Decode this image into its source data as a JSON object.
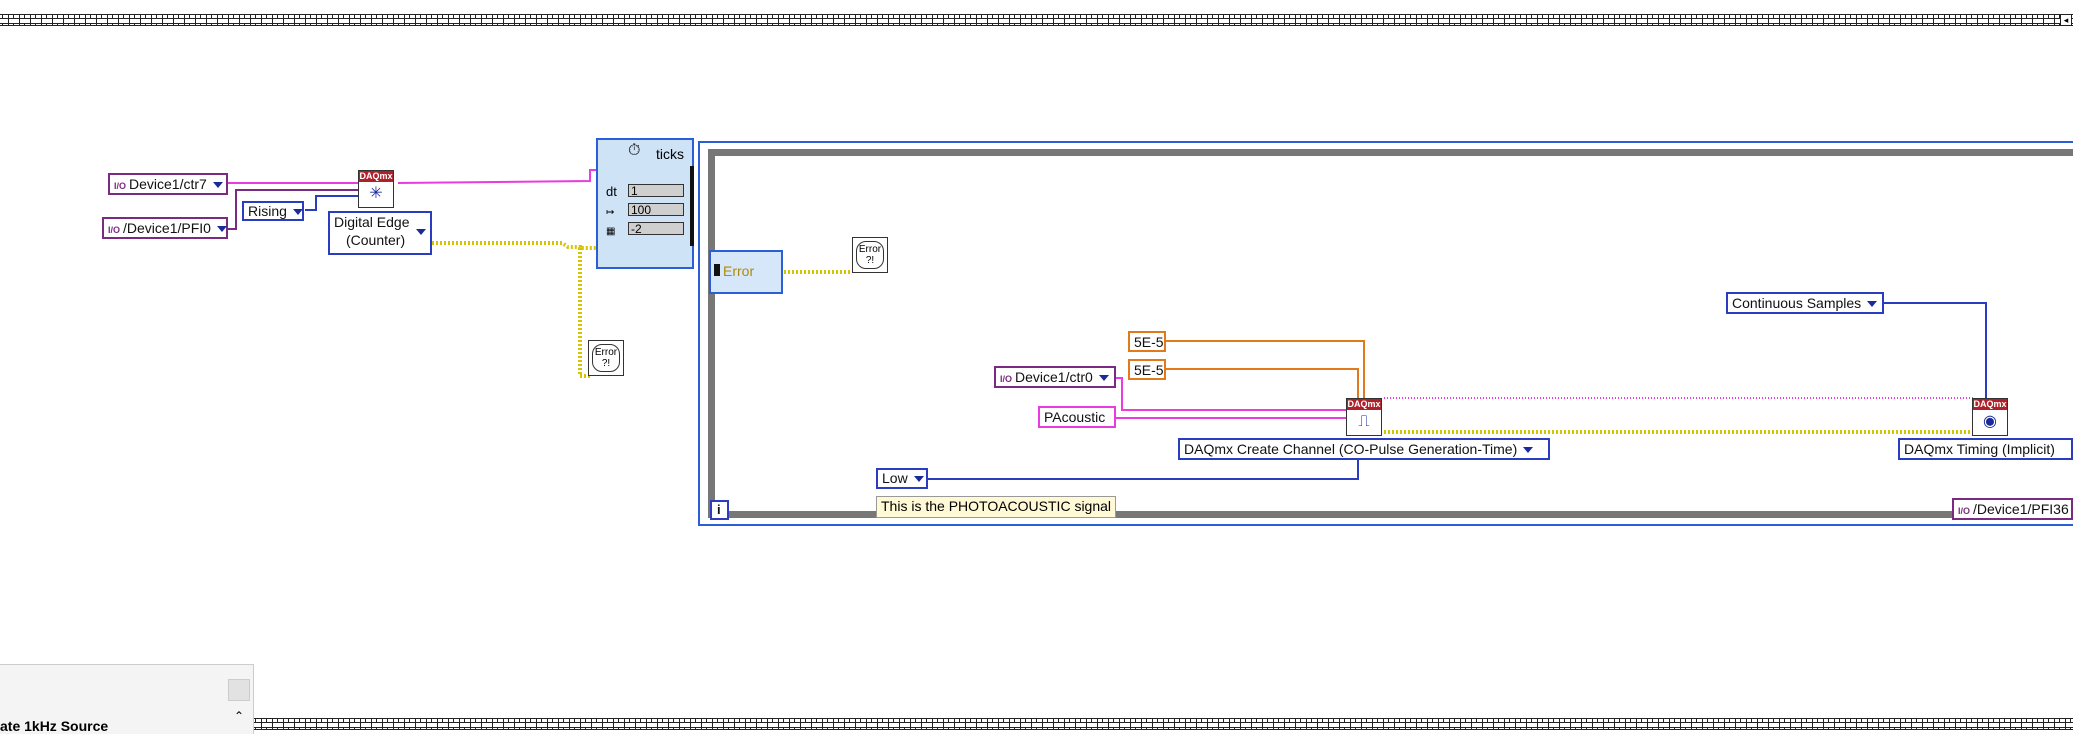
{
  "controls": {
    "ctr7": "Device1/ctr7",
    "pfi0": "/Device1/PFI0",
    "edge": "Rising",
    "digital_edge_line1": "Digital Edge",
    "digital_edge_line2": "(Counter)",
    "ctr0": "Device1/ctr0",
    "five_e_5_a": "5E-5",
    "five_e_5_b": "5E-5",
    "name": "PAcoustic",
    "idle_state": "Low",
    "comment": "This is the PHOTOACOUSTIC signal",
    "create_channel": "DAQmx Create Channel (CO-Pulse Generation-Time)",
    "sample_mode": "Continuous Samples",
    "timing": "DAQmx Timing (Implicit)",
    "pfi36": "/Device1/PFI36",
    "io_prefix": "I/O"
  },
  "timed_loop": {
    "header": "ticks",
    "dt_label": "dt",
    "dt": "1",
    "offset": "100",
    "priority": "-2",
    "error_label": "Error",
    "iteration": "i"
  },
  "daqmx": {
    "label": "DAQmx"
  },
  "error_bubble": {
    "label": "Error ?!"
  },
  "panel": {
    "title": "ate 1kHz Source"
  },
  "colors": {
    "purple": "#7a2a80",
    "blue": "#2a3cc0",
    "orange": "#e07a1a",
    "pink": "#e93be0",
    "yellow": "#d6c400"
  }
}
